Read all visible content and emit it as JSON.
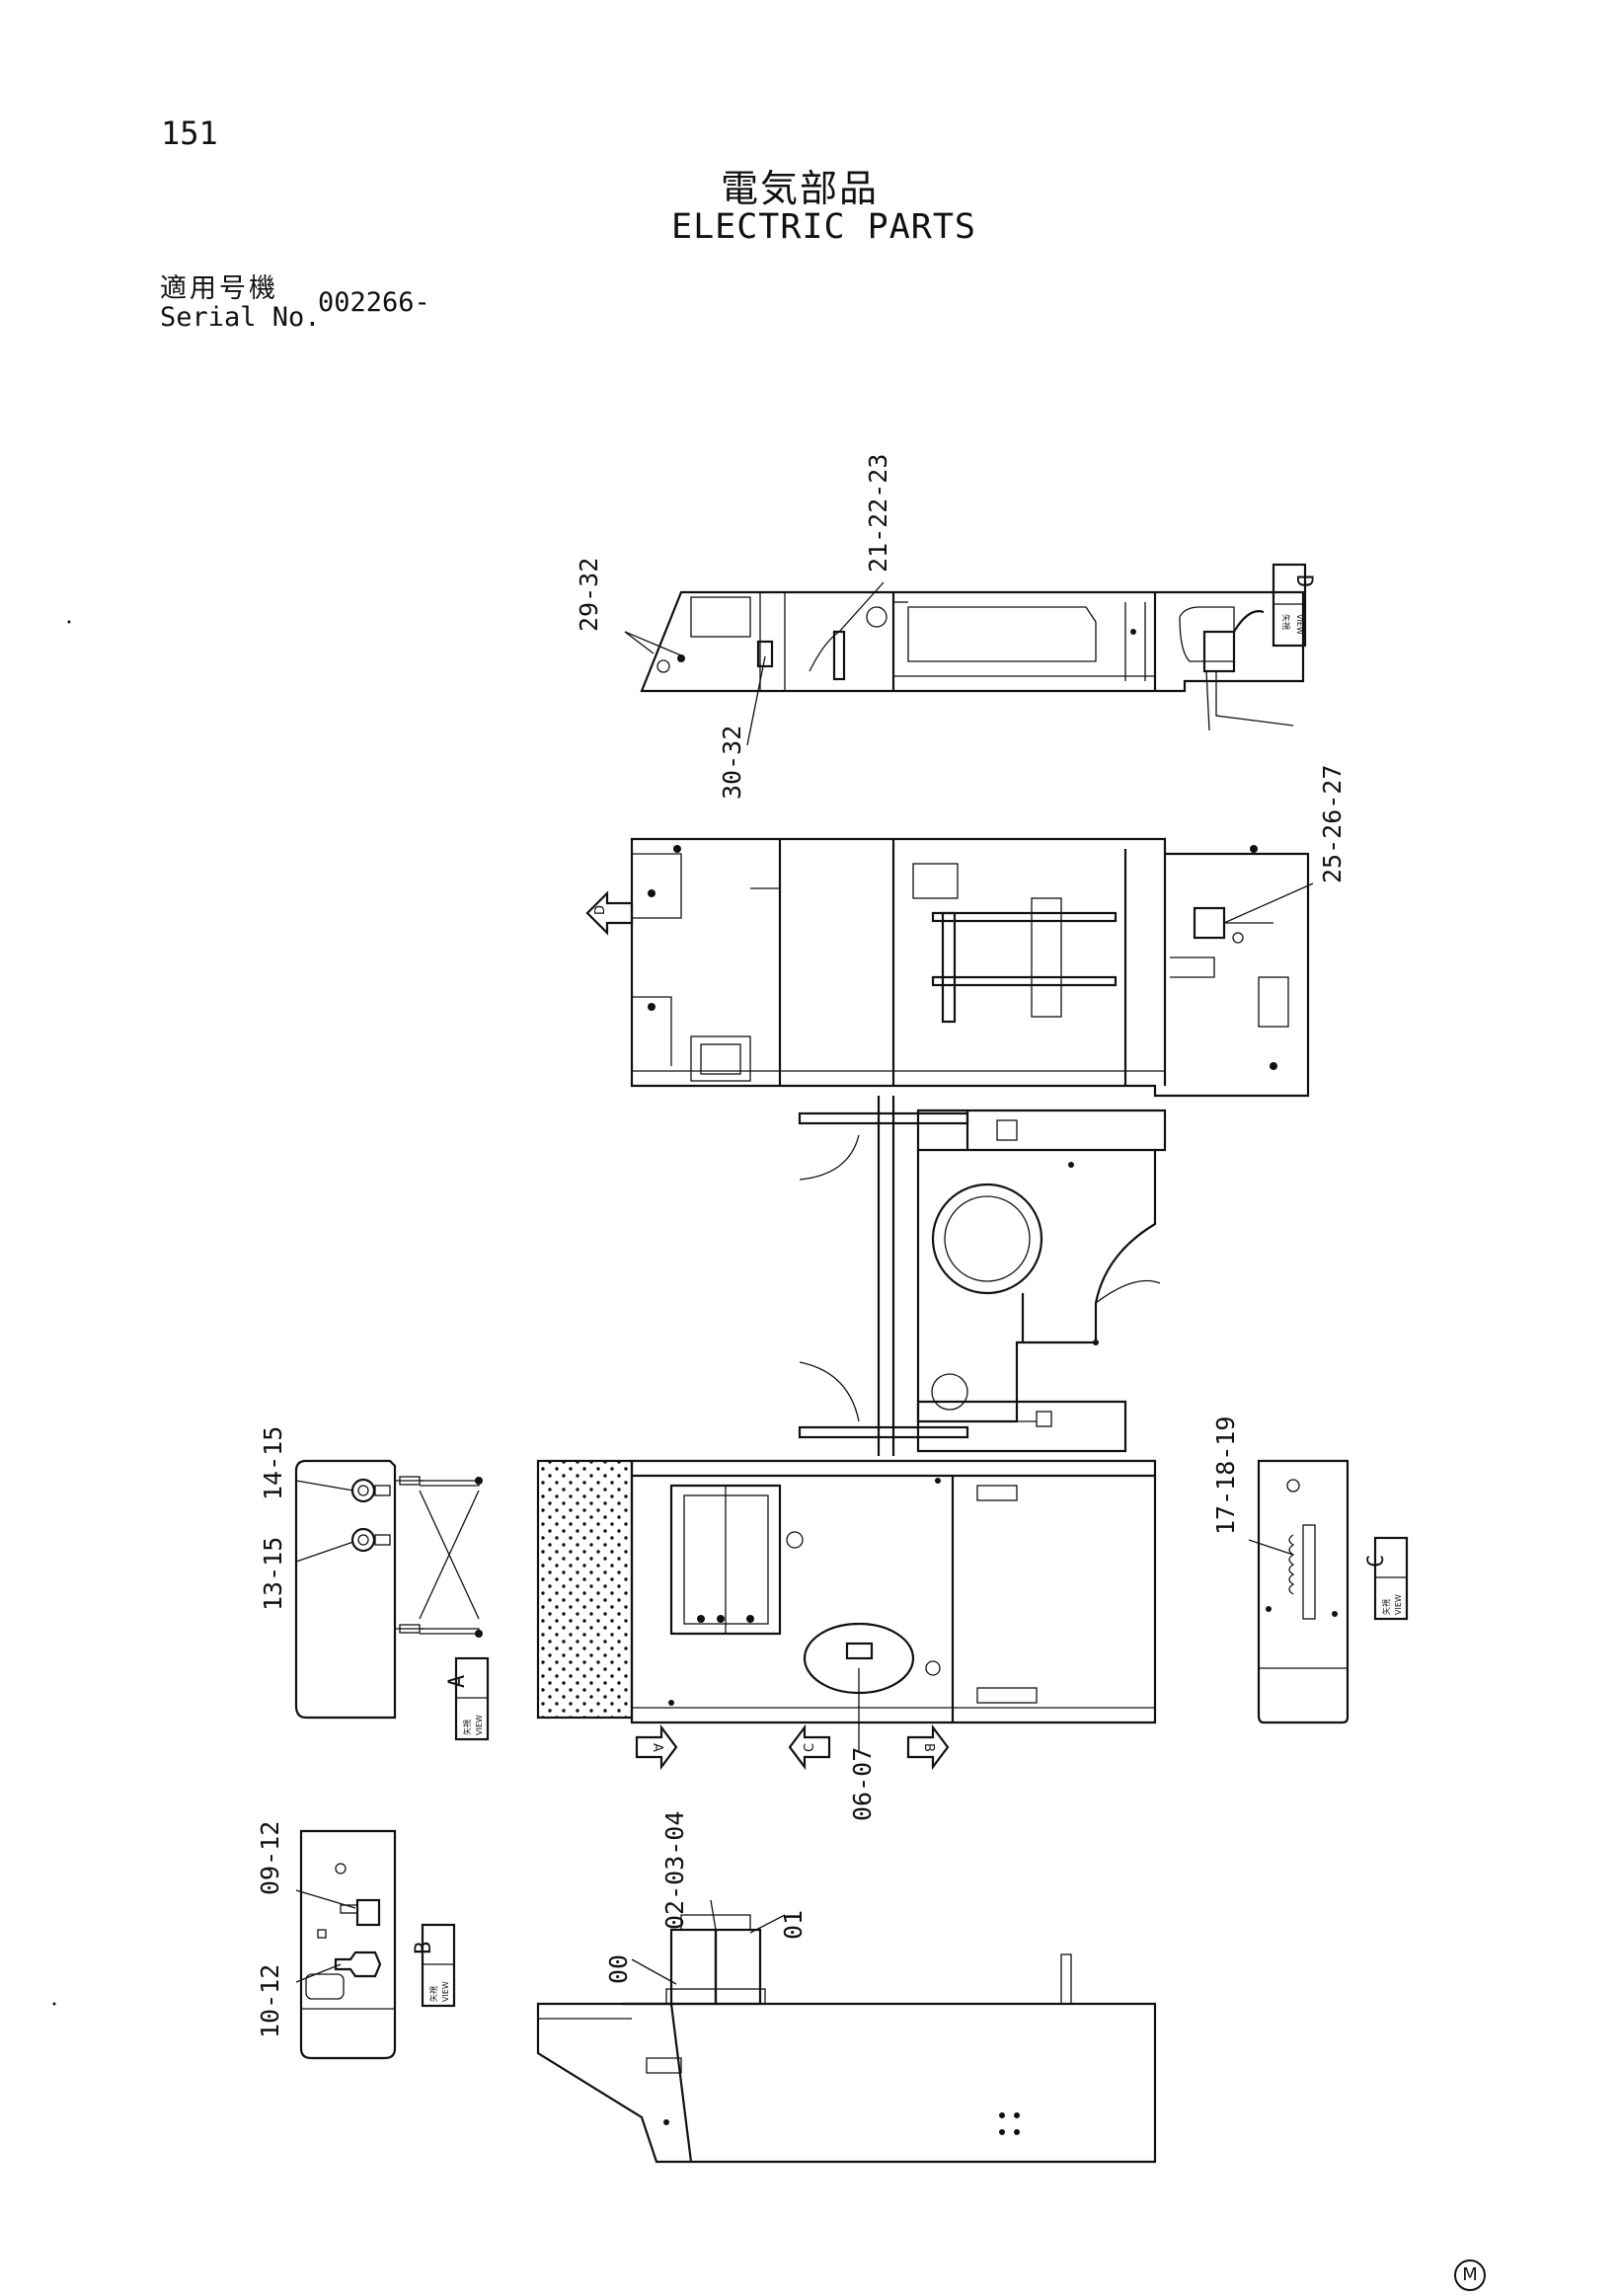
{
  "page_number": "151",
  "title_jp": "電気部品",
  "title_en": "ELECTRIC PARTS",
  "serial": {
    "label_jp": "適用号機",
    "label_en": "Serial No.",
    "value": "002266-"
  },
  "callouts": [
    "29-32",
    "21-22-23",
    "30-32",
    "25-26-27",
    "14-15",
    "13-15",
    "17-18-19",
    "06-07",
    "09-12",
    "10-12",
    "00",
    "02-03-04",
    "01"
  ],
  "views": {
    "view_d": {
      "letter": "D",
      "key": "矢視",
      "key_en": "VIEW"
    },
    "view_a": {
      "letter": "A",
      "key": "矢視",
      "key_en": "VIEW"
    },
    "view_b": {
      "letter": "B",
      "key": "矢視",
      "key_en": "VIEW"
    },
    "view_c": {
      "letter": "C",
      "key": "矢視",
      "key_en": "VIEW"
    }
  },
  "arrow_markers": [
    "D",
    "A",
    "C",
    "B"
  ],
  "footer_mark": "M"
}
